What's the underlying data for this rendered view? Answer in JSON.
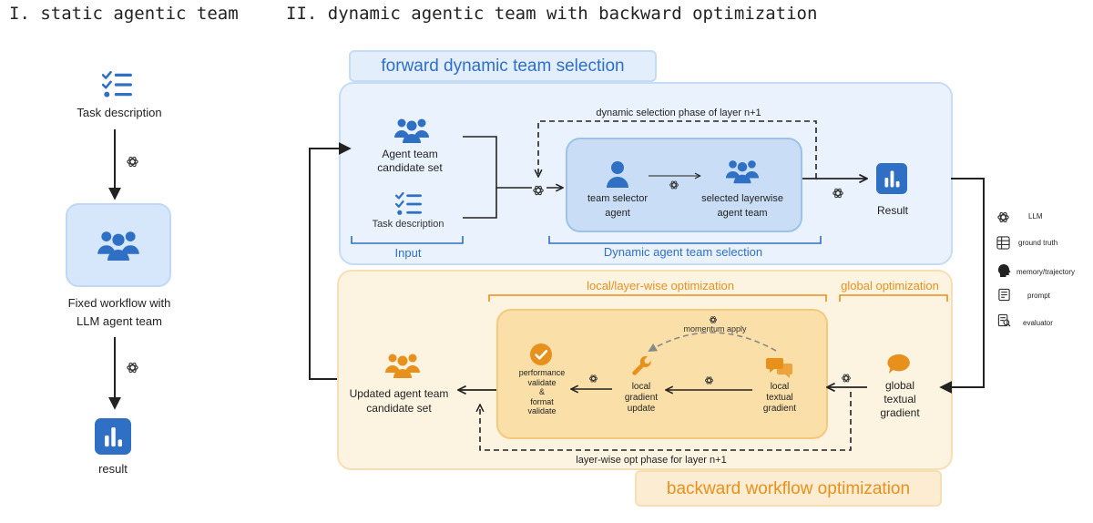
{
  "headings": {
    "static": "I. static agentic team",
    "dynamic": "II. dynamic agentic team with backward optimization"
  },
  "static_team": {
    "task": "Task description",
    "workflow_line1": "Fixed workflow with",
    "workflow_line2": "LLM agent team",
    "result": "result"
  },
  "forward": {
    "title": "forward dynamic team selection",
    "agent_team_line1": "Agent team",
    "agent_team_line2": "candidate set",
    "task": "Task description",
    "input": "Input",
    "phase": "dynamic selection phase of layer n+1",
    "selector_line1": "team selector",
    "selector_line2": "agent",
    "selected_line1": "selected layerwise",
    "selected_line2": "agent team",
    "dynamic_selection": "Dynamic agent team selection",
    "result": "Result"
  },
  "backward": {
    "title": "backward workflow optimization",
    "local_opt": "local/layer-wise optimization",
    "global_opt": "global optimization",
    "momentum": "momentum apply",
    "perf_line1": "performance",
    "perf_line2": "validate",
    "perf_line3": "&",
    "perf_line4": "format",
    "perf_line5": "validate",
    "local_grad_update_line1": "local",
    "local_grad_update_line2": "gradient",
    "local_grad_update_line3": "update",
    "local_text_line1": "local",
    "local_text_line2": "textual",
    "local_text_line3": "gradient",
    "global_line1": "global",
    "global_line2": "textual",
    "global_line3": "gradient",
    "updated_line1": "Updated agent team",
    "updated_line2": "candidate set",
    "layer_phase": "layer-wise opt phase for layer n+1"
  },
  "legend": {
    "llm": "LLM",
    "ground_truth": "ground truth",
    "memory": "memory/trajectory",
    "prompt": "prompt",
    "evaluator": "evaluator"
  },
  "colors": {
    "blue": "#2f6fc4",
    "orange": "#e8901c",
    "forward_bg": "#eaf3fd",
    "backward_bg": "#fdf3e1"
  }
}
